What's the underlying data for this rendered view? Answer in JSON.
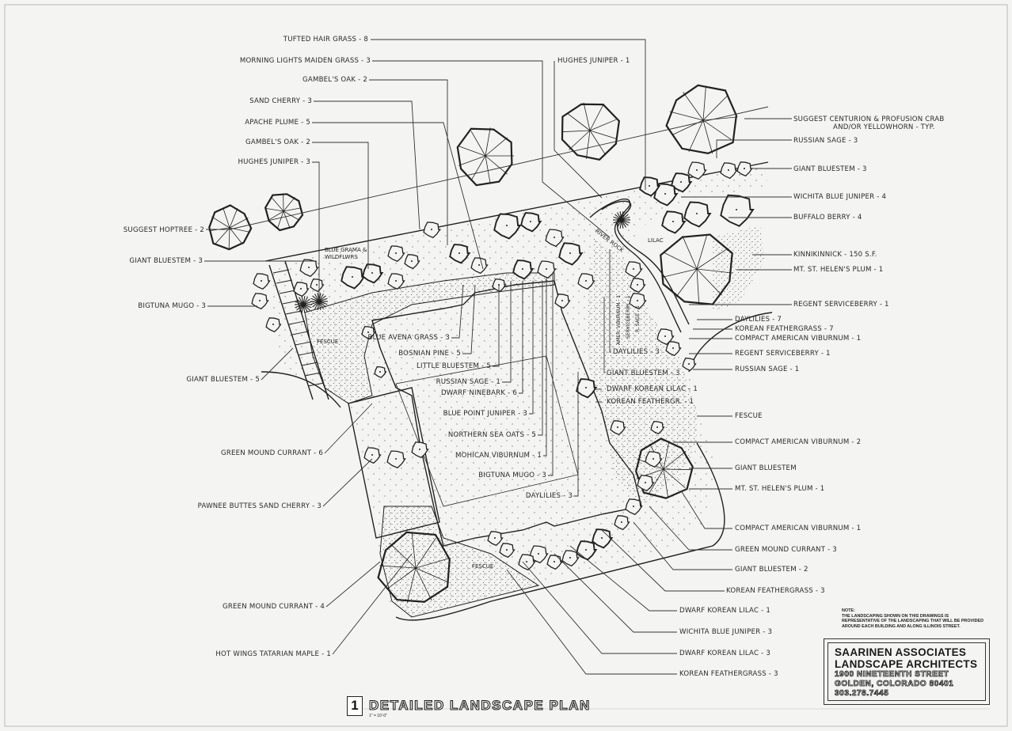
{
  "plan": {
    "number": "1",
    "title": "DETAILED LANDSCAPE PLAN",
    "scale": "1\" = 10'-0\""
  },
  "note": {
    "heading": "NOTE:",
    "text": "THE LANDSCAPING SHOWN ON THIS DRAWINGS IS REPRESENTATIVE OF THE LANDSCAPING THAT WILL BE PROVIDED AROUND EACH BUILDING AND ALONG ILLINOIS STREET."
  },
  "firm": {
    "name_line1": "SAARINEN ASSOCIATES",
    "name_line2": "LANDSCAPE ARCHITECTS",
    "address_line1": "1900 NINETEENTH STREET",
    "address_line2": "GOLDEN, COLORADO 80401",
    "phone": "303.278.7445"
  },
  "labels_left": [
    "TUFTED HAIR GRASS - 8",
    "MORNING LIGHTS MAIDEN GRASS - 3",
    "GAMBEL'S OAK - 2",
    "SAND CHERRY - 3",
    "APACHE PLUME - 5",
    "GAMBEL'S OAK - 2",
    "HUGHES JUNIPER - 3",
    "SUGGEST HOPTREE - 2",
    "GIANT BLUESTEM - 3",
    "BIGTUNA MUGO - 3",
    "GIANT BLUESTEM - 5",
    "GREEN MOUND CURRANT - 6",
    "PAWNEE BUTTES SAND CHERRY - 3",
    "GREEN MOUND CURRANT - 4",
    "HOT WINGS TATARIAN MAPLE - 1"
  ],
  "labels_center": [
    "HUGHES JUNIPER - 1",
    "BLUE AVENA GRASS - 3",
    "BOSNIAN PINE - 5",
    "LITTLE BLUESTEM - 5",
    "RUSSIAN SAGE - 1",
    "DWARF NINEBARK - 6",
    "BLUE POINT JUNIPER - 3",
    "NORTHERN SEA OATS - 5",
    "MOHICAN VIBURNUM - 1",
    "BIGTUNA MUGO - 3",
    "DAYLILIES - 3",
    "DAYLILIES - 3",
    "GIANT BLUESTEM - 3",
    "DWARF KOREAN LILAC - 1",
    "KOREAN FEATHERGR. - 1"
  ],
  "labels_right": [
    "SUGGEST CENTURION & PROFUSION CRAB",
    "AND/OR YELLOWHORN - TYP.",
    "RUSSIAN SAGE - 3",
    "GIANT BLUESTEM - 3",
    "WICHITA BLUE JUNIPER - 4",
    "BUFFALO BERRY - 4",
    "KINNIKINNICK - 150 S.F.",
    "MT. ST. HELEN'S PLUM - 1",
    "REGENT SERVICEBERRY - 1",
    "DAYLILIES - 7",
    "KOREAN FEATHERGRASS - 7",
    "COMPACT AMERICAN VIBURNUM - 1",
    "REGENT SERVICEBERRY - 1",
    "RUSSIAN SAGE - 1",
    "FESCUE",
    "COMPACT AMERICAN VIBURNUM - 2",
    "GIANT BLUESTEM",
    "MT. ST. HELEN'S PLUM - 1",
    "COMPACT AMERICAN VIBURNUM - 1",
    "GREEN MOUND CURRANT - 3",
    "GIANT BLUESTEM - 2",
    "KOREAN FEATHERGRASS - 3",
    "DWARF KOREAN LILAC - 1",
    "WICHITA BLUE JUNIPER - 3",
    "DWARF KOREAN LILAC - 3",
    "KOREAN FEATHERGRASS - 3"
  ],
  "inline_labels": {
    "blue_grama": "BLUE GRAMA & WILDFLWRS",
    "fescue_1": "FESCUE",
    "fescue_2": "FESCUE",
    "river_rock": "RIVER ROCK",
    "lilac": "LILAC",
    "amer_viburnum": "AMER. VIBURNUM - 1",
    "serviceberry": "SERVICEBERRY - 1",
    "r_sage": "R. SAGE - 1"
  },
  "colors": {
    "ink": "#222222",
    "paper": "#f4f4f3"
  }
}
